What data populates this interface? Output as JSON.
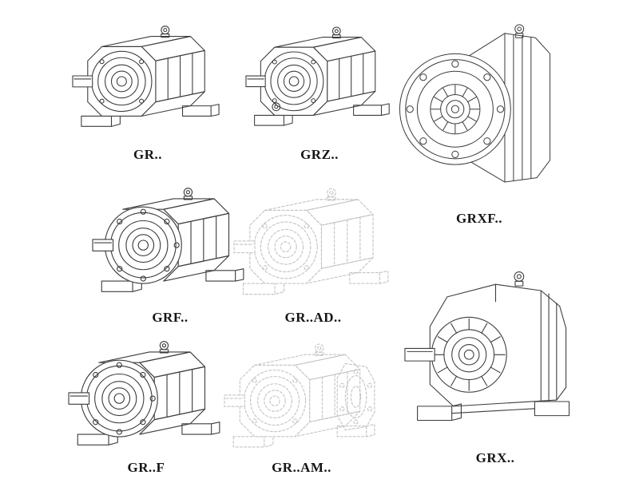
{
  "page": {
    "background": "#ffffff",
    "line_color": "#3c3c3c",
    "ghost_line_color": "#c5c4c3",
    "label_color": "#151515"
  },
  "figures": [
    {
      "label": "GR..",
      "drawing": "foot-mounted-helical-gear-reducer-iso-view",
      "line_style": "solid"
    },
    {
      "label": "GRZ..",
      "drawing": "foot-mounted-helical-gear-reducer-iso-view",
      "line_style": "solid"
    },
    {
      "label": "GRXF..",
      "drawing": "flange-mounted-helical-gear-reducer-front-flange-view",
      "line_style": "solid"
    },
    {
      "label": "GRF..",
      "drawing": "flange-and-foot-mounted-helical-gear-reducer",
      "line_style": "solid"
    },
    {
      "label": "GR..AD..",
      "drawing": "helical-gear-reducer-with-input-adapter",
      "line_style": "dashed-light"
    },
    {
      "label": "GR..F",
      "drawing": "flange-and-foot-mounted-helical-gear-reducer",
      "line_style": "solid"
    },
    {
      "label": "GR..AM..",
      "drawing": "helical-gear-reducer-with-motor-mounting-flange",
      "line_style": "dashed-light"
    },
    {
      "label": "GRX..",
      "drawing": "large-foot-mounted-helical-gear-reducer-iso-view",
      "line_style": "solid"
    }
  ]
}
